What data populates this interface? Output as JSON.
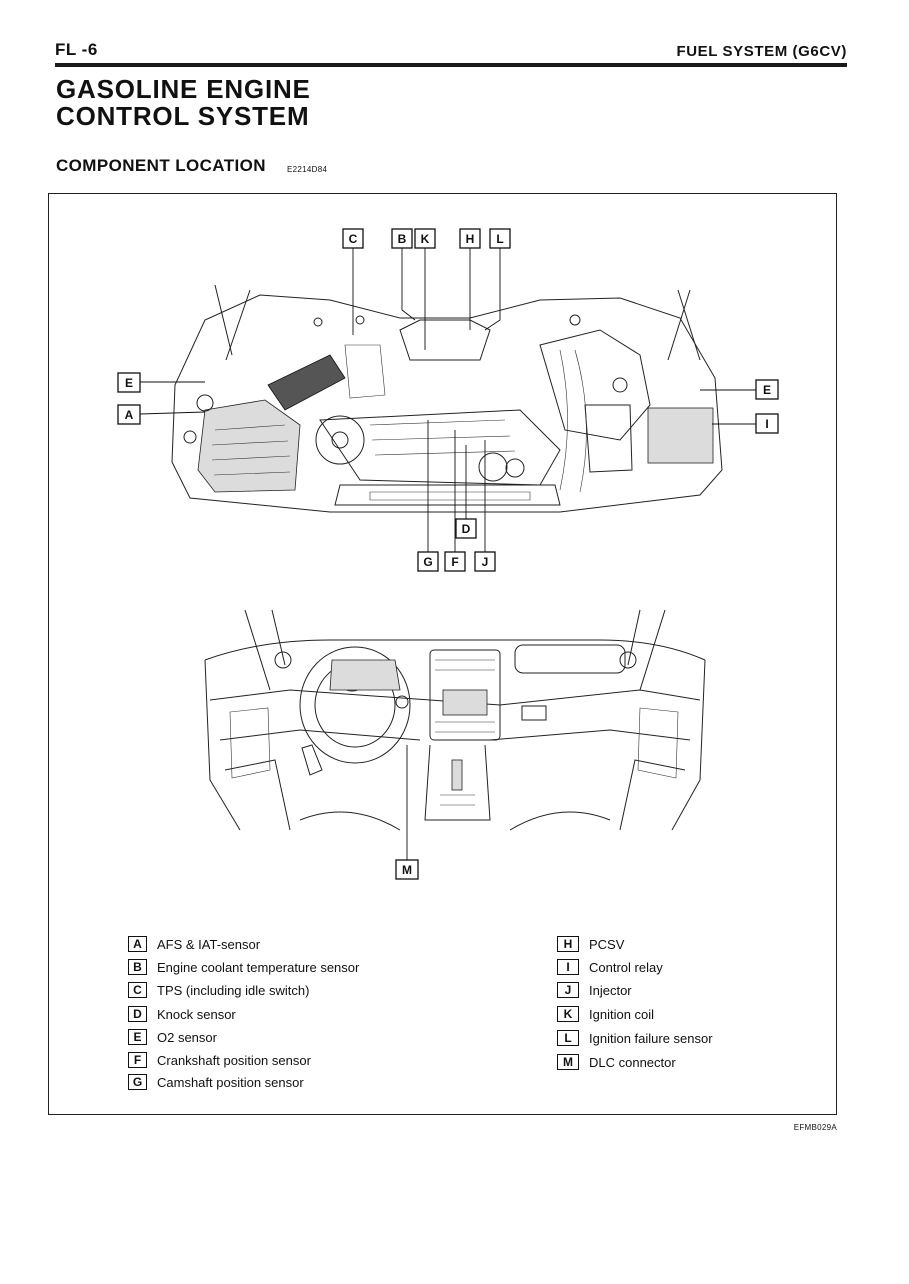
{
  "header": {
    "page_number": "FL -6",
    "section_title": "FUEL SYSTEM (G6CV)"
  },
  "title": {
    "line1": "GASOLINE ENGINE",
    "line2": "CONTROL SYSTEM"
  },
  "subtitle": "COMPONENT LOCATION",
  "doc_code": "E2214D84",
  "figure_code": "EFMB029A",
  "callouts": {
    "engine": [
      "C",
      "B",
      "K",
      "H",
      "L",
      "E",
      "A",
      "E",
      "I",
      "D",
      "G",
      "F",
      "J"
    ],
    "interior": [
      "M"
    ]
  },
  "legend": {
    "left": [
      {
        "key": "A",
        "label": "AFS & IAT-sensor"
      },
      {
        "key": "B",
        "label": "Engine coolant temperature sensor"
      },
      {
        "key": "C",
        "label": "TPS (including idle switch)"
      },
      {
        "key": "D",
        "label": "Knock sensor"
      },
      {
        "key": "E",
        "label": "O2 sensor"
      },
      {
        "key": "F",
        "label": "Crankshaft position sensor"
      },
      {
        "key": "G",
        "label": "Camshaft position sensor"
      }
    ],
    "right": [
      {
        "key": "H",
        "label": "PCSV"
      },
      {
        "key": "I",
        "label": "Control relay"
      },
      {
        "key": "J",
        "label": "Injector"
      },
      {
        "key": "K",
        "label": "Ignition coil"
      },
      {
        "key": "L",
        "label": "Ignition failure sensor"
      },
      {
        "key": "M",
        "label": "DLC connector"
      }
    ]
  }
}
